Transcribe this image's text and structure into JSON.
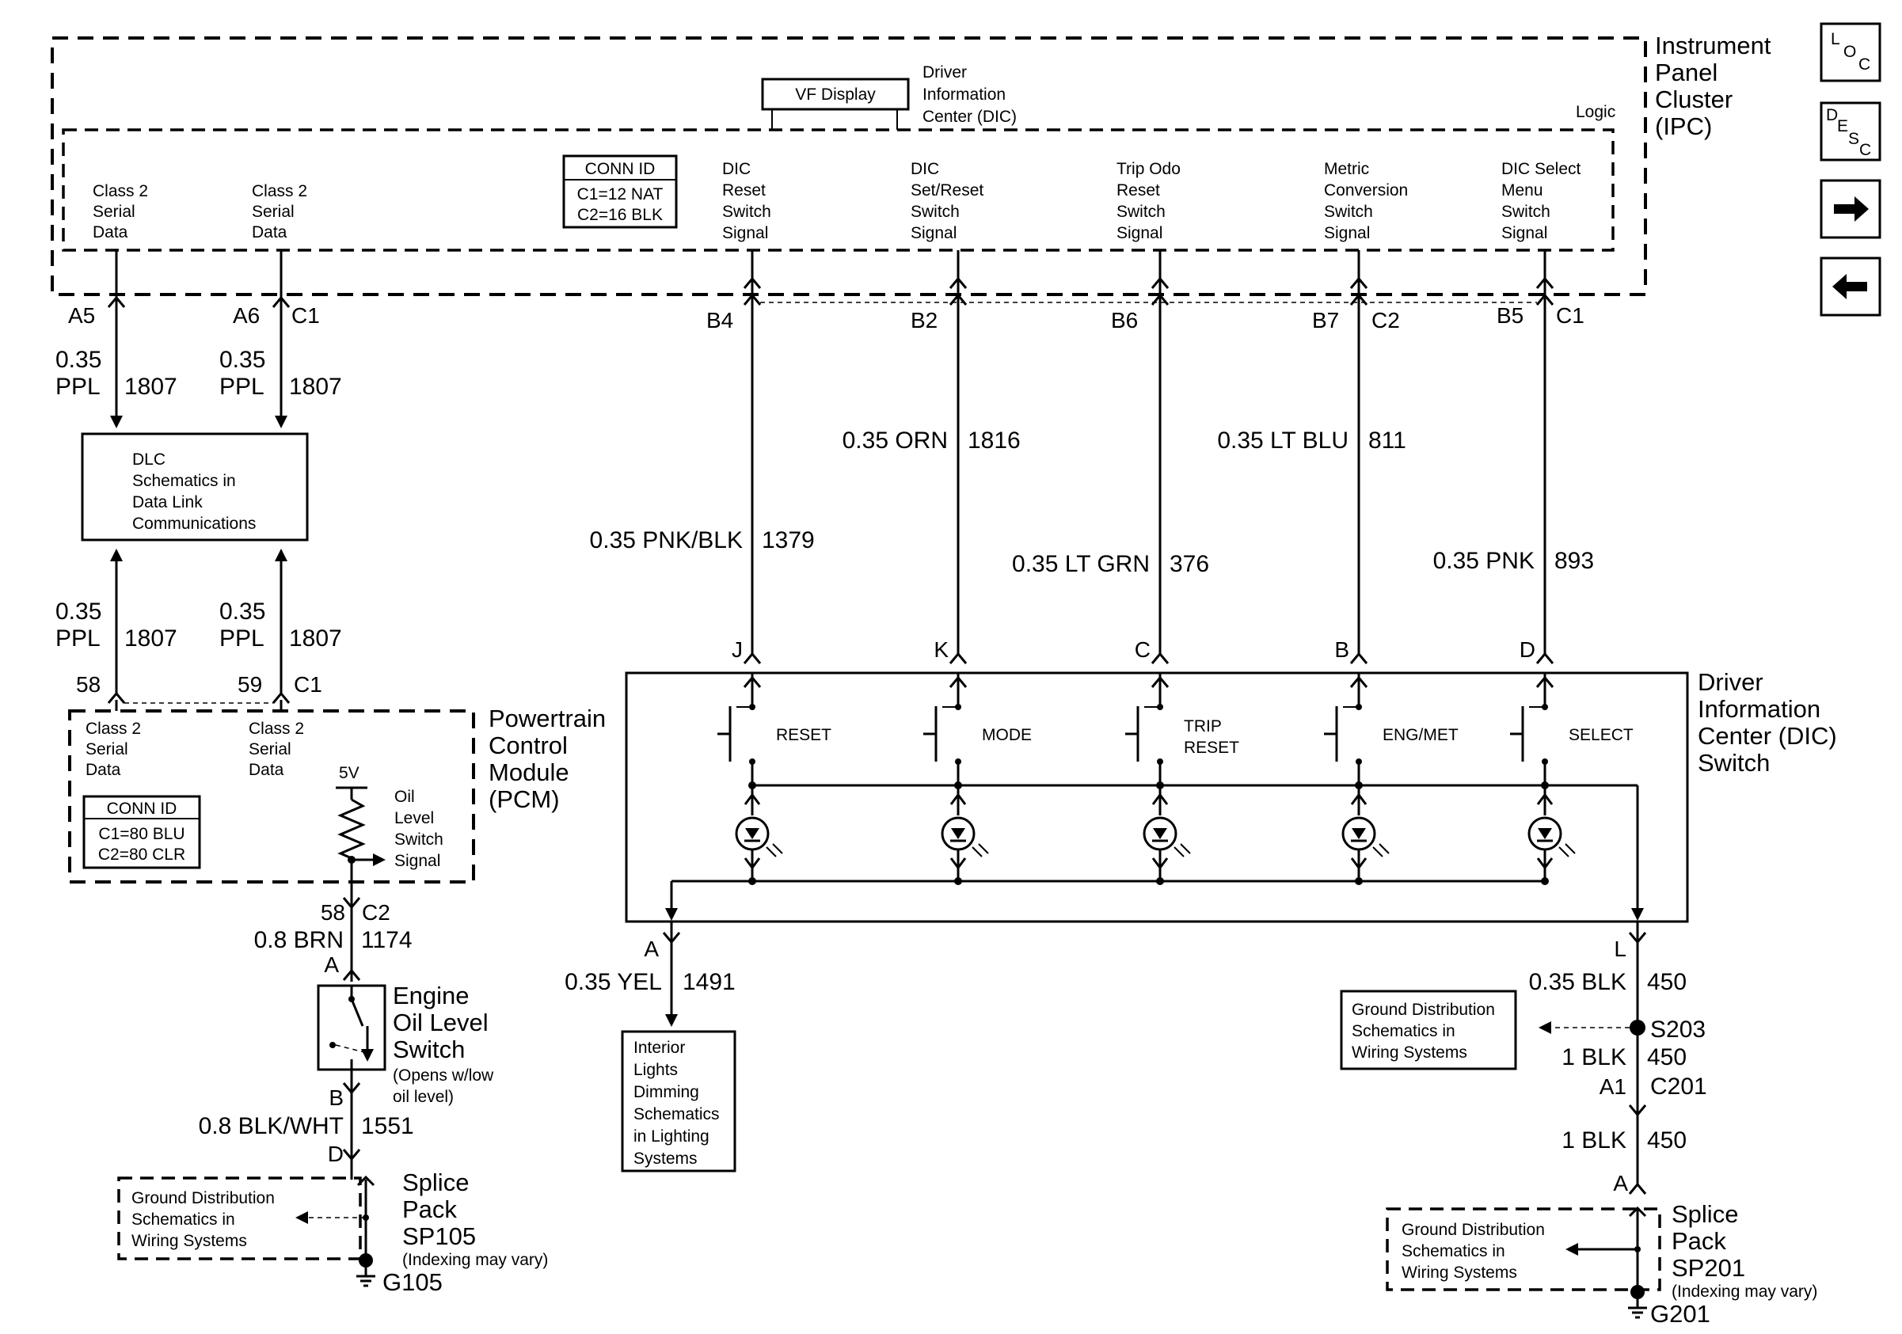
{
  "ipc": {
    "title": [
      "Instrument",
      "Panel",
      "Cluster",
      "(IPC)"
    ],
    "logic_label": "Logic",
    "vf_display": "VF Display",
    "dic_label": [
      "Driver",
      "Information",
      "Center  (DIC)"
    ],
    "conn_id": {
      "header": "CONN ID",
      "lines": [
        "C1=12 NAT",
        "C2=16 BLK"
      ]
    },
    "inputs": [
      [
        "Class 2",
        "Serial",
        "Data"
      ],
      [
        "Class 2",
        "Serial",
        "Data"
      ],
      [
        "DIC",
        "Reset",
        "Switch",
        "Signal"
      ],
      [
        "DIC",
        "Set/Reset",
        "Switch",
        "Signal"
      ],
      [
        "Trip Odo",
        "Reset",
        "Switch",
        "Signal"
      ],
      [
        "Metric",
        "Conversion",
        "Switch",
        "Signal"
      ],
      [
        "DIC Select",
        "Menu",
        "Switch",
        "Signal"
      ]
    ],
    "pins": [
      "A5",
      "A6",
      "C1",
      "B4",
      "B2",
      "B6",
      "B7",
      "C2",
      "B5",
      "C1"
    ]
  },
  "wires": {
    "dlc_a": [
      "0.35",
      "PPL",
      "1807"
    ],
    "dlc_b": [
      "0.35",
      "PPL",
      "1807"
    ],
    "pcm_a": [
      "0.35",
      "PPL",
      "1807"
    ],
    "pcm_b": [
      "0.35",
      "PPL",
      "1807"
    ],
    "reset": [
      "0.35 PNK/BLK",
      "1379"
    ],
    "mode": [
      "0.35 ORN",
      "1816"
    ],
    "trip": [
      "0.35 LT GRN",
      "376"
    ],
    "engmet": [
      "0.35 LT BLU",
      "811"
    ],
    "select": [
      "0.35 PNK",
      "893"
    ],
    "oil_a": [
      "0.8 BRN",
      "1174"
    ],
    "oil_b": [
      "0.8 BLK/WHT",
      "1551"
    ],
    "dim": [
      "0.35 YEL",
      "1491"
    ],
    "gnd_a": [
      "0.35 BLK",
      "450"
    ],
    "gnd_b": [
      "1 BLK",
      "450"
    ],
    "gnd_c": [
      "1 BLK",
      "450"
    ]
  },
  "dlc": {
    "lines": [
      "DLC",
      "Schematics in",
      "Data Link",
      "Communications"
    ]
  },
  "pcm": {
    "title": [
      "Powertrain",
      "Control",
      "Module",
      "(PCM)"
    ],
    "inputs": [
      [
        "Class 2",
        "Serial",
        "Data"
      ],
      [
        "Class 2",
        "Serial",
        "Data"
      ]
    ],
    "pins": [
      "58",
      "59",
      "C1"
    ],
    "conn_id": {
      "header": "CONN ID",
      "lines": [
        "C1=80 BLU",
        "C2=80 CLR"
      ]
    },
    "voltage": "5V",
    "oil_signal": [
      "Oil",
      "Level",
      "Switch",
      "Signal"
    ],
    "out_pins": [
      "58",
      "C2"
    ]
  },
  "oil_switch": {
    "title": [
      "Engine",
      "Oil Level",
      "Switch"
    ],
    "note": [
      "(Opens w/low",
      "oil level)"
    ],
    "pins": [
      "A",
      "B",
      "D"
    ]
  },
  "dic_switch": {
    "title": [
      "Driver",
      "Information",
      "Center (DIC)",
      "Switch"
    ],
    "pins": [
      "J",
      "K",
      "C",
      "B",
      "D",
      "A",
      "L"
    ],
    "switches": [
      [
        "RESET"
      ],
      [
        "MODE"
      ],
      [
        "TRIP",
        "RESET"
      ],
      [
        "ENG/MET"
      ],
      [
        "SELECT"
      ]
    ]
  },
  "interior": {
    "lines": [
      "Interior",
      "Lights",
      "Dimming",
      "Schematics",
      "in Lighting",
      "Systems"
    ]
  },
  "ground_dist_right": {
    "lines": [
      "Ground Distribution",
      "Schematics in",
      "Wiring Systems"
    ]
  },
  "splice_right": {
    "s203": "S203",
    "pins": [
      "A1",
      "C201",
      "A"
    ],
    "title": [
      "Splice",
      "Pack",
      "SP201"
    ],
    "note": "(Indexing may vary)",
    "gd": [
      "Ground Distribution",
      "Schematics in",
      "Wiring Systems"
    ],
    "ground": "G201"
  },
  "splice_left": {
    "title": [
      "Splice",
      "Pack",
      "SP105"
    ],
    "note": "(Indexing may vary)",
    "gd": [
      "Ground Distribution",
      "Schematics in",
      "Wiring Systems"
    ],
    "ground": "G105"
  },
  "nav": {
    "loc_letters": [
      "L",
      "O",
      "C"
    ],
    "desc_letters": [
      "D",
      "E",
      "S",
      "C"
    ]
  }
}
